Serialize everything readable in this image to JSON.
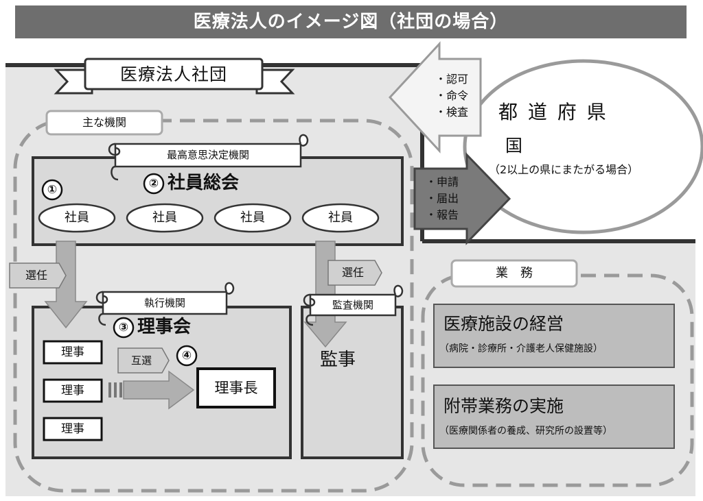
{
  "title": "医療法人のイメージ図（社団の場合）",
  "corporation_label": "医療法人社団",
  "main_organs_label": "主な機関",
  "supreme_organ": {
    "tag": "最高意思決定機関",
    "number": "②",
    "name": "社員総会",
    "member_number": "①",
    "members": [
      "社員",
      "社員",
      "社員",
      "社員"
    ]
  },
  "executive_organ": {
    "tag": "執行機関",
    "number": "③",
    "name": "理事会",
    "directors": [
      "理事",
      "理事",
      "理事"
    ],
    "mutual_election": "互選",
    "chair_number": "④",
    "chair": "理事長"
  },
  "audit_organ": {
    "tag": "監査機関",
    "name": "監事"
  },
  "election_label": "選任",
  "election_label_2": "選任",
  "government": {
    "name": "都 道 府 県",
    "name2": "国",
    "note": "（2以上の県にまたがる場合）",
    "from_gov": [
      "・認可",
      "・命令",
      "・検査"
    ],
    "to_gov": [
      "・申請",
      "・届出",
      "・報告"
    ]
  },
  "business": {
    "label": "業　務",
    "items": [
      {
        "title": "医療施設の経営",
        "sub": "（病院・診療所・介護老人保健施設）"
      },
      {
        "title": "附帯業務の実施",
        "sub": "（医療関係者の養成、研究所の設置等）"
      }
    ]
  }
}
